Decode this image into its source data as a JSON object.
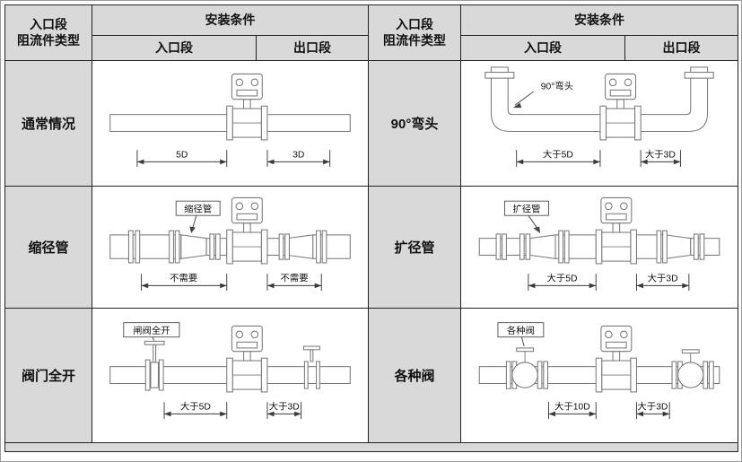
{
  "header": {
    "type_line1": "入口段",
    "type_line2": "阻流件类型",
    "install": "安装条件",
    "inlet": "入口段",
    "outlet": "出口段"
  },
  "cells": {
    "r1l": {
      "type": "通常情况",
      "dims": [
        "5D",
        "3D"
      ]
    },
    "r1r": {
      "type": "90°弯头",
      "label": "90°弯头",
      "dims": [
        "大于5D",
        "大于3D"
      ]
    },
    "r2l": {
      "type": "缩径管",
      "label": "缩径管",
      "dims": [
        "不需要",
        "不需要"
      ]
    },
    "r2r": {
      "type": "扩径管",
      "label": "扩径管",
      "dims": [
        "大于5D",
        "大于3D"
      ]
    },
    "r3l": {
      "type": "阀门全开",
      "label": "闸阀全开",
      "dims": [
        "大于5D",
        "大于3D"
      ]
    },
    "r3r": {
      "type": "各种阀",
      "label": "各种阀",
      "dims": [
        "大于10D",
        "大于3D"
      ]
    }
  }
}
